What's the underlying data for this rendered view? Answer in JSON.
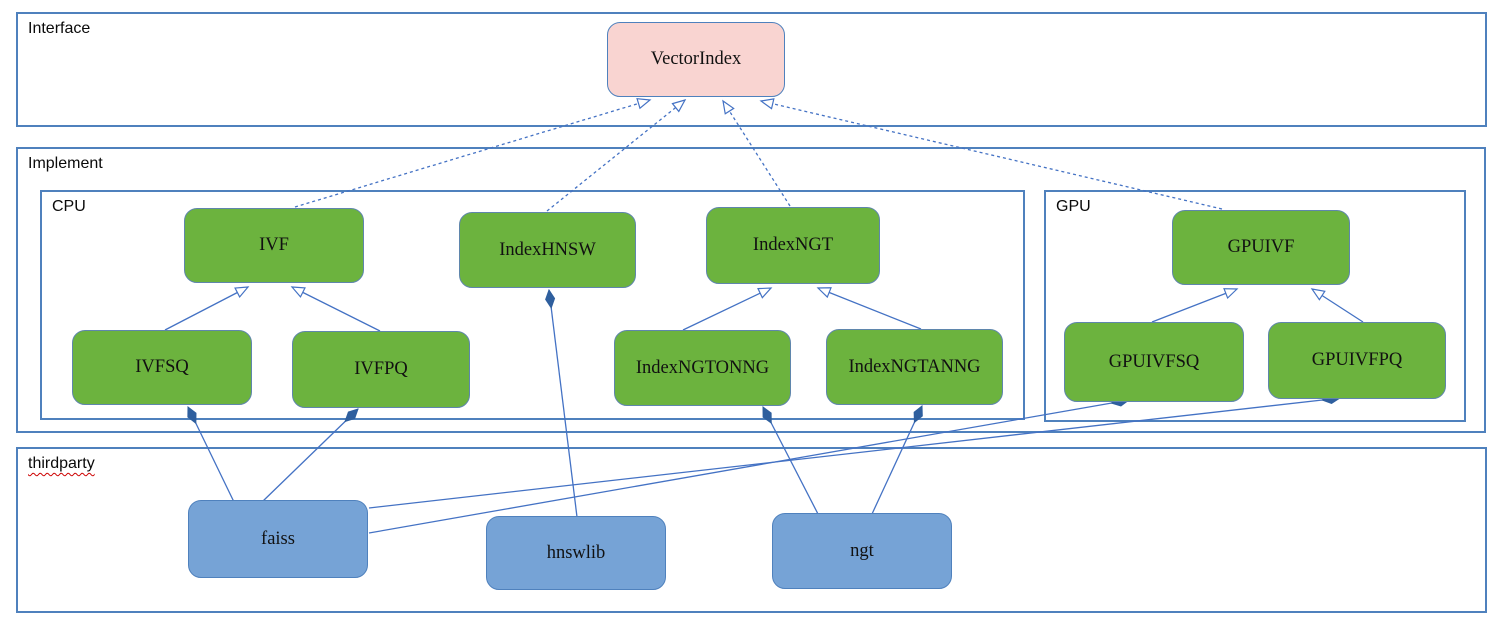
{
  "colors": {
    "node_green": "#6cb33e",
    "node_pink": "#f9d4d1",
    "node_blue": "#76a3d6",
    "line_blue": "#4472c4",
    "border_blue": "#4f81bd"
  },
  "containers": {
    "interface": "Interface",
    "implement": "Implement",
    "cpu": "CPU",
    "gpu": "GPU",
    "thirdparty": "thirdparty"
  },
  "nodes": {
    "vectorindex": "VectorIndex",
    "ivf": "IVF",
    "indexhnsw": "IndexHNSW",
    "indexngt": "IndexNGT",
    "gpuivf": "GPUIVF",
    "ivfsq": "IVFSQ",
    "ivfpq": "IVFPQ",
    "indexngtonng": "IndexNGTONNG",
    "indexngtanng": "IndexNGTANNG",
    "gpuivfsq": "GPUIVFSQ",
    "gpuivfpq": "GPUIVFPQ",
    "faiss": "faiss",
    "hnswlib": "hnswlib",
    "ngt": "ngt"
  },
  "edges": [
    {
      "from": "IVF",
      "to": "VectorIndex",
      "type": "realization-dotted-hollow-arrow"
    },
    {
      "from": "IndexHNSW",
      "to": "VectorIndex",
      "type": "realization-dotted-hollow-arrow"
    },
    {
      "from": "IndexNGT",
      "to": "VectorIndex",
      "type": "realization-dotted-hollow-arrow"
    },
    {
      "from": "GPUIVF",
      "to": "VectorIndex",
      "type": "realization-dotted-hollow-arrow"
    },
    {
      "from": "IVFSQ",
      "to": "IVF",
      "type": "generalization-hollow-arrow"
    },
    {
      "from": "IVFPQ",
      "to": "IVF",
      "type": "generalization-hollow-arrow"
    },
    {
      "from": "IndexNGTONNG",
      "to": "IndexNGT",
      "type": "generalization-hollow-arrow"
    },
    {
      "from": "IndexNGTANNG",
      "to": "IndexNGT",
      "type": "generalization-hollow-arrow"
    },
    {
      "from": "GPUIVFSQ",
      "to": "GPUIVF",
      "type": "generalization-hollow-arrow"
    },
    {
      "from": "GPUIVFPQ",
      "to": "GPUIVF",
      "type": "generalization-hollow-arrow"
    },
    {
      "from": "IVFSQ",
      "to": "faiss",
      "type": "composition-diamond"
    },
    {
      "from": "IVFPQ",
      "to": "faiss",
      "type": "composition-diamond"
    },
    {
      "from": "IndexHNSW",
      "to": "hnswlib",
      "type": "composition-diamond"
    },
    {
      "from": "IndexNGTONNG",
      "to": "ngt",
      "type": "composition-diamond"
    },
    {
      "from": "IndexNGTANNG",
      "to": "ngt",
      "type": "composition-diamond"
    },
    {
      "from": "GPUIVFSQ",
      "to": "faiss",
      "type": "composition-diamond"
    },
    {
      "from": "GPUIVFPQ",
      "to": "faiss",
      "type": "composition-diamond"
    }
  ]
}
